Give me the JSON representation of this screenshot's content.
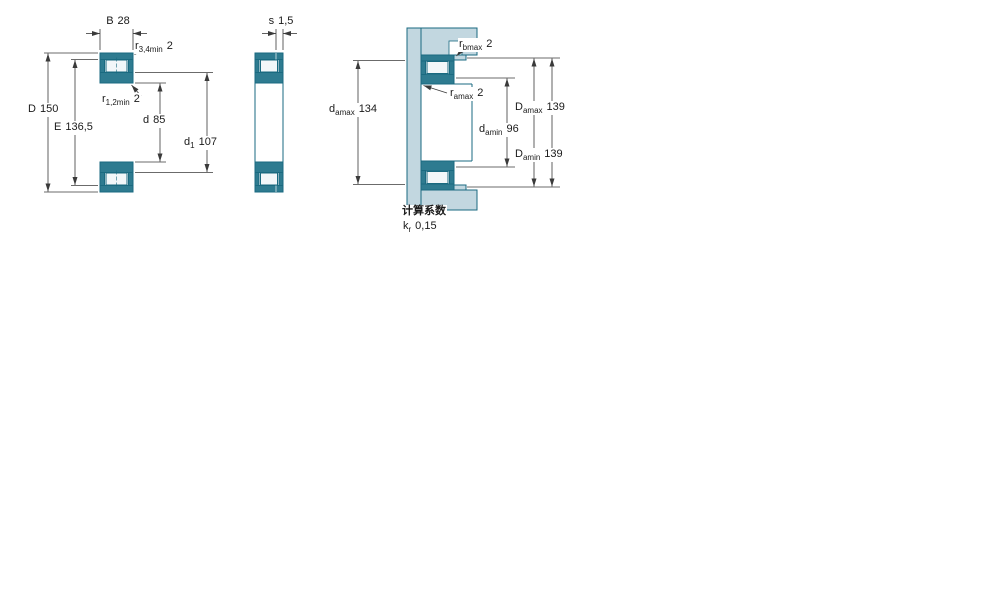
{
  "dims": {
    "B": {
      "sym": "B",
      "val": "28"
    },
    "r34": {
      "sym": "r",
      "sub": "3,4min",
      "val": "2"
    },
    "D": {
      "sym": "D",
      "val": "150"
    },
    "E": {
      "sym": "E",
      "val": "136,5"
    },
    "r12": {
      "sym": "r",
      "sub": "1,2min",
      "val": "2"
    },
    "d": {
      "sym": "d",
      "val": "85"
    },
    "d1": {
      "sym": "d",
      "sub": "1",
      "val": "107"
    },
    "s": {
      "sym": "s",
      "val": "1,5"
    },
    "rb": {
      "sym": "r",
      "sub": "bmax",
      "val": "2"
    },
    "da_max": {
      "sym": "d",
      "sub": "amax",
      "val": "134"
    },
    "ra": {
      "sym": "r",
      "sub": "amax",
      "val": "2"
    },
    "da_min": {
      "sym": "d",
      "sub": "amin",
      "val": "96"
    },
    "Da_max": {
      "sym": "D",
      "sub": "amax",
      "val": "139"
    },
    "Da_min": {
      "sym": "D",
      "sub": "amin",
      "val": "139"
    }
  },
  "calc": {
    "title": "计算系数",
    "kr": {
      "sym": "k",
      "sub": "r",
      "val": "0,15"
    }
  },
  "colors": {
    "line": "#1a6a80",
    "ring": "#2e7b90",
    "roller": "#f2f7f9",
    "abutment": "#c2d7e0",
    "dim": "#3a3a3a",
    "text": "#1a1a1a",
    "background": "#ffffff"
  }
}
